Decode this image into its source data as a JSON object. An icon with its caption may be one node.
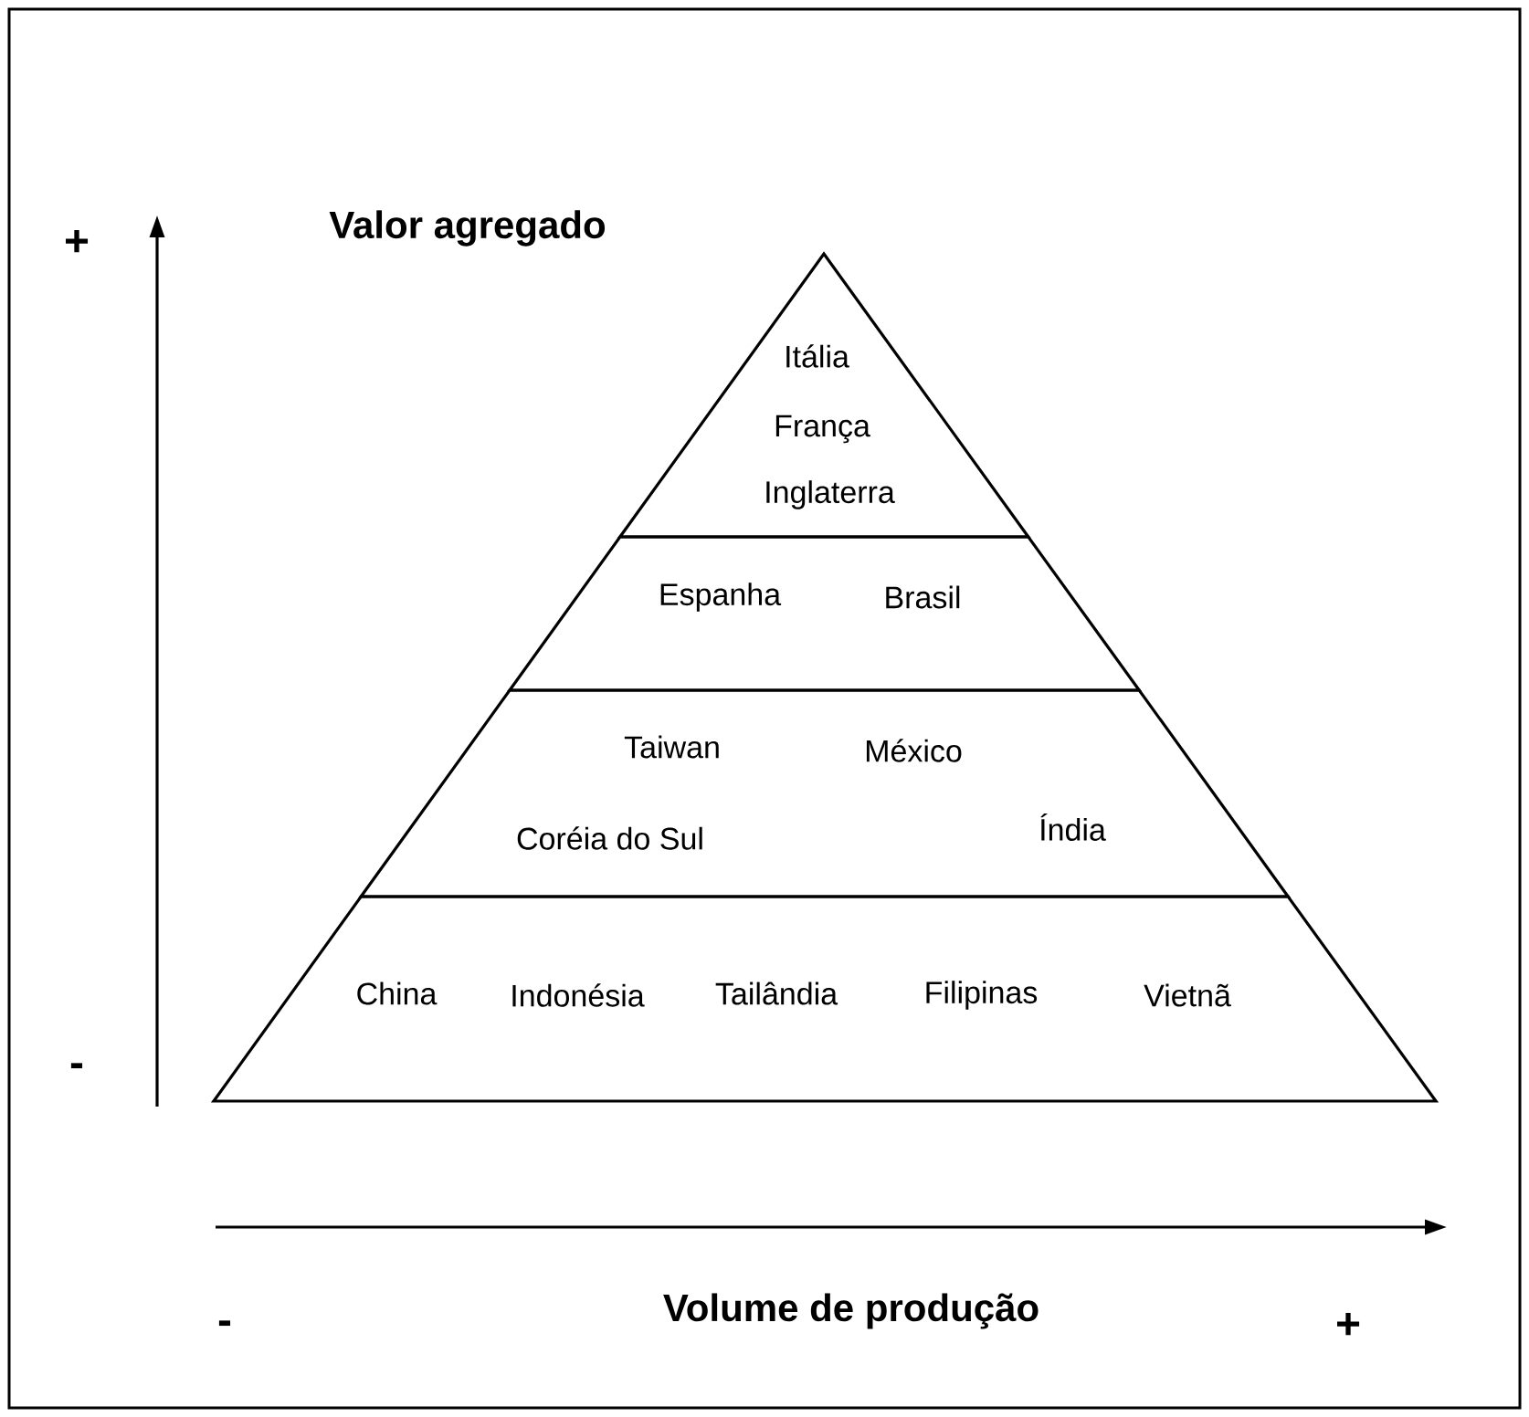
{
  "diagram": {
    "nodes": [
      {
        "text": [
          "Itália",
          "França",
          "Inglaterra"
        ]
      },
      {
        "text": [
          "Espanha",
          "Brasil"
        ]
      },
      {
        "text": [
          "Taiwan",
          "México",
          "Coréia do Sul",
          "Índia"
        ]
      },
      {
        "text": [
          "China",
          "Indonésia",
          "Tailândia",
          "Filipinas",
          "Vietnã"
        ]
      }
    ],
    "edges": [],
    "labels": [
      "+",
      "Valor agregado",
      "-",
      "Volume de produção",
      "-",
      "+"
    ]
  }
}
